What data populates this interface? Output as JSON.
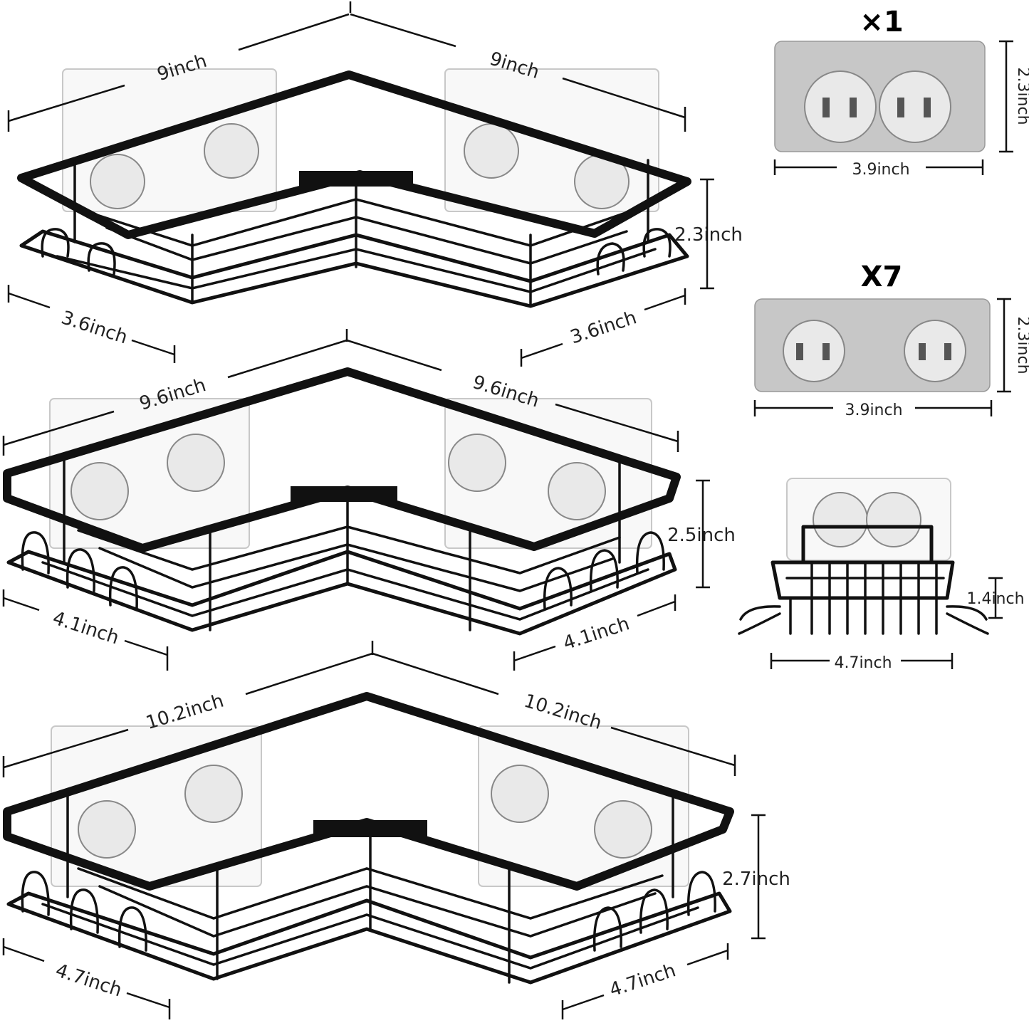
{
  "shelves": [
    {
      "width_left": "9inch",
      "width_right": "9inch",
      "height": "2.3inch",
      "depth_left": "3.6inch",
      "depth_right": "3.6inch"
    },
    {
      "width_left": "9.6inch",
      "width_right": "9.6inch",
      "height": "2.5inch",
      "depth_left": "4.1inch",
      "depth_right": "4.1inch"
    },
    {
      "width_left": "10.2inch",
      "width_right": "10.2inch",
      "height": "2.7inch",
      "depth_left": "4.7inch",
      "depth_right": "4.7inch"
    }
  ],
  "accessories": {
    "hook_large": {
      "quantity": "×1",
      "height": "2.3inch",
      "width": "3.9inch"
    },
    "hook_small": {
      "quantity": "X7",
      "height": "2.3inch",
      "width": "3.9inch"
    },
    "soap_holder": {
      "height": "1.4inch",
      "width": "4.7inch"
    }
  }
}
